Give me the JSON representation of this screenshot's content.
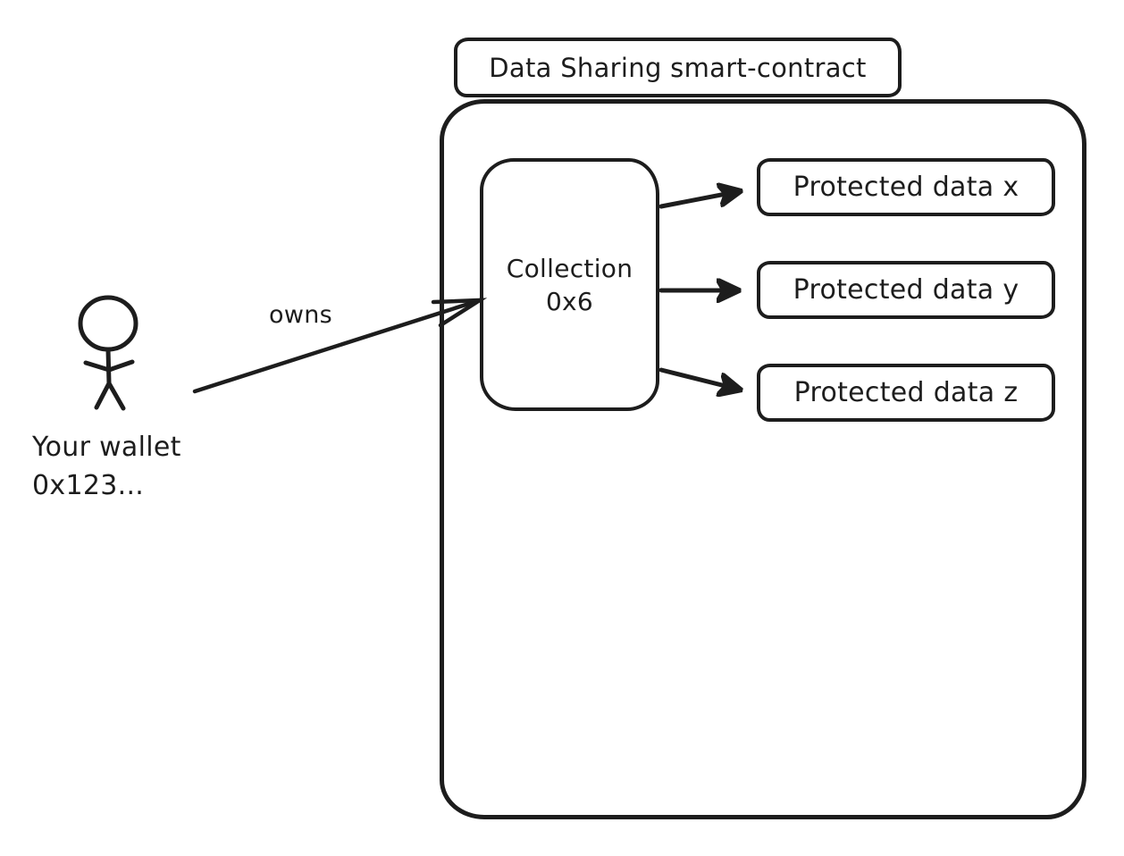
{
  "diagram": {
    "background": "#ffffff",
    "stroke_color": "#1d1d1d",
    "title_box": {
      "label": "Data Sharing smart-contract"
    },
    "actor": {
      "icon": "stick-figure-person",
      "label_line1": "Your wallet",
      "label_line2": "0x123..."
    },
    "owns_arrow": {
      "label": "owns"
    },
    "collection_box": {
      "line1": "Collection",
      "line2": "0x6"
    },
    "protected_data_boxes": [
      {
        "label": "Protected data x"
      },
      {
        "label": "Protected data y"
      },
      {
        "label": "Protected data z"
      }
    ]
  }
}
